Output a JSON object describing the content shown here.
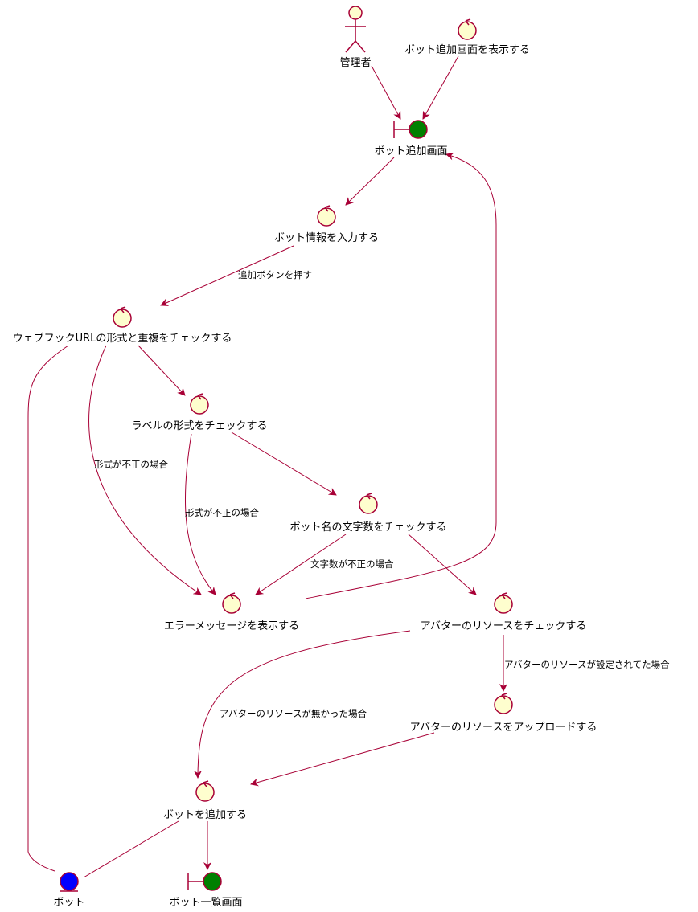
{
  "nodes": {
    "admin": {
      "label": "管理者"
    },
    "show_add_screen": {
      "label": "ボット追加画面を表示する"
    },
    "add_screen": {
      "label": "ボット追加画面"
    },
    "input_info": {
      "label": "ボット情報を入力する"
    },
    "check_webhook": {
      "label": "ウェブフックURLの形式と重複をチェックする"
    },
    "check_label": {
      "label": "ラベルの形式をチェックする"
    },
    "check_name": {
      "label": "ボット名の文字数をチェックする"
    },
    "show_error": {
      "label": "エラーメッセージを表示する"
    },
    "check_avatar": {
      "label": "アバターのリソースをチェックする"
    },
    "upload_avatar": {
      "label": "アバターのリソースをアップロードする"
    },
    "add_bot": {
      "label": "ボットを追加する"
    },
    "bot": {
      "label": "ボット"
    },
    "list_screen": {
      "label": "ボット一覧画面"
    }
  },
  "edges": {
    "input_to_webhook": "追加ボタンを押す",
    "webhook_to_error": "形式が不正の場合",
    "label_to_error": "形式が不正の場合",
    "name_to_error": "文字数が不正の場合",
    "avatar_to_upload": "アバターのリソースが設定されてた場合",
    "avatar_to_add": "アバターのリソースが無かった場合"
  },
  "colors": {
    "stroke": "#A80036",
    "control_fill": "#FEFECE",
    "boundary_fill": "#008000",
    "entity_fill": "#0000FF"
  }
}
